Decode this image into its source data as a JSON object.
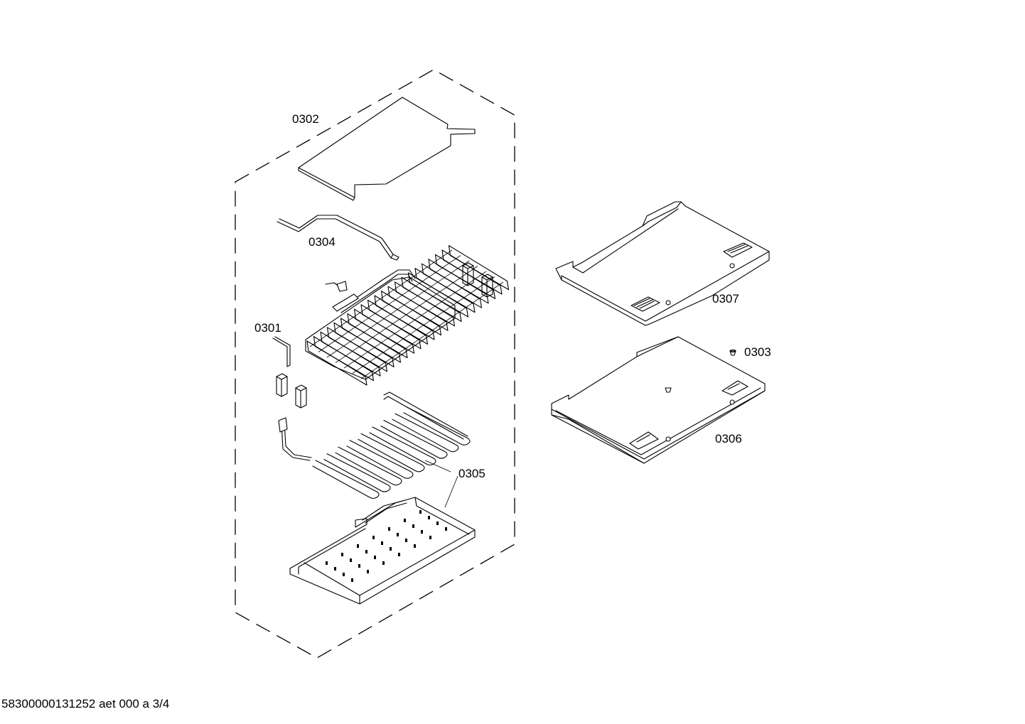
{
  "diagram": {
    "labels": {
      "p0301": "0301",
      "p0302": "0302",
      "p0303": "0303",
      "p0304": "0304",
      "p0305": "0305",
      "p0306": "0306",
      "p0307": "0307"
    }
  },
  "footer": {
    "text": "58300000131252 aet 000 a 3/4"
  }
}
